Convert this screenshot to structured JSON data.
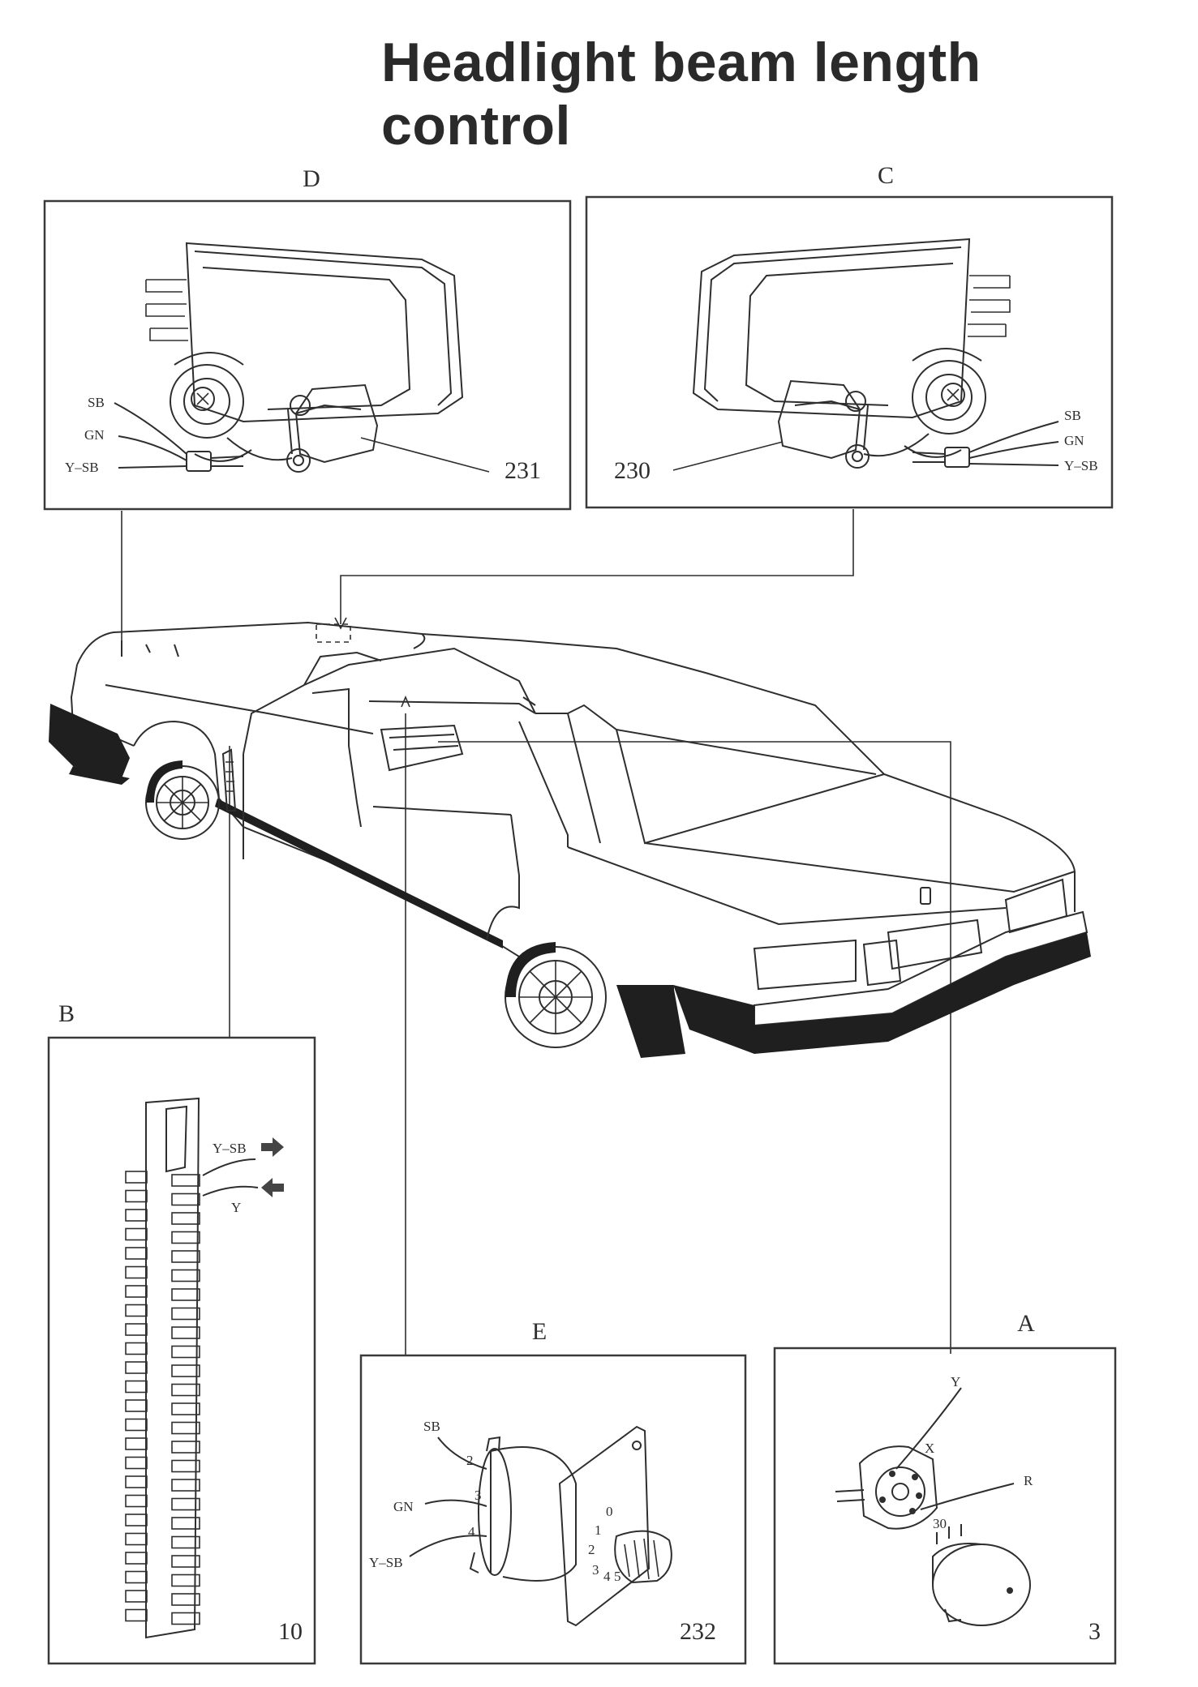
{
  "title": "Headlight beam length control",
  "panels": {
    "D": {
      "letter": "D",
      "part_number": "231",
      "wires": [
        "SB",
        "GN",
        "Y–SB"
      ]
    },
    "C": {
      "letter": "C",
      "part_number": "230",
      "wires": [
        "SB",
        "GN",
        "Y–SB"
      ]
    },
    "B": {
      "letter": "B",
      "part_number": "10",
      "wires": [
        "Y–SB",
        "Y"
      ]
    },
    "E": {
      "letter": "E",
      "part_number": "232",
      "wires": [
        "SB",
        "GN",
        "Y–SB"
      ],
      "pins": [
        "2",
        "3",
        "4"
      ],
      "dial": [
        "0",
        "1",
        "2",
        "3",
        "4",
        "5"
      ]
    },
    "A": {
      "letter": "A",
      "part_number": "3",
      "wires": [
        "Y",
        "R"
      ],
      "terminals": [
        "X",
        "30"
      ]
    }
  }
}
